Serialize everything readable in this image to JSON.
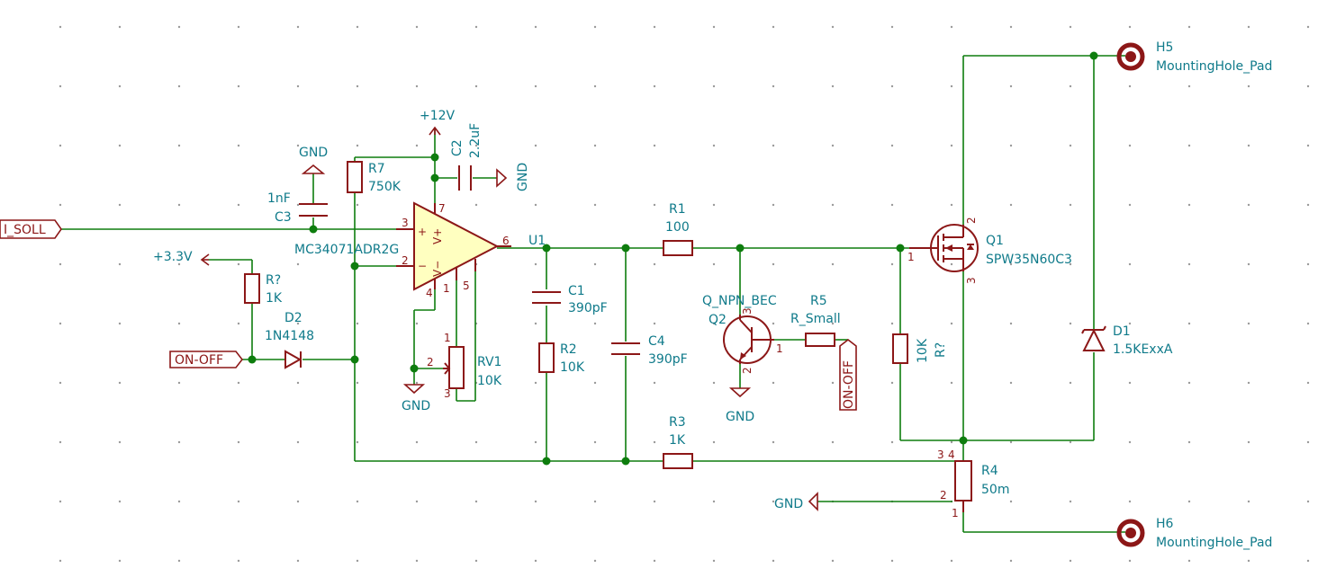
{
  "labels": {
    "vcc12": "+12V",
    "vcc33": "+3.3V",
    "gnd": "GND",
    "i_soll": "I_SOLL",
    "on_off": "ON-OFF",
    "u1_ref": "U1",
    "u1_val": "MC34071ADR2G",
    "r7_ref": "R7",
    "r7_val": "750K",
    "c2_ref": "C2",
    "c2_val": "2.2uF",
    "c3_ref": "C3",
    "c3_val": "1nF",
    "rq_ref": "R?",
    "rq_val": "1K",
    "d2_ref": "D2",
    "d2_val": "1N4148",
    "rv1_ref": "RV1",
    "rv1_val": "10K",
    "c1_ref": "C1",
    "c1_val": "390pF",
    "r2_ref": "R2",
    "r2_val": "10K",
    "c4_ref": "C4",
    "c4_val": "390pF",
    "r1_ref": "R1",
    "r1_val": "100",
    "q2_val": "Q_NPN_BEC",
    "q2_ref": "Q2",
    "r5_ref": "R5",
    "r5_val": "R_Small",
    "r3_ref": "R3",
    "r3_val": "1K",
    "r4_ref": "R4",
    "r4_val": "50m",
    "rgs_val": "10K",
    "rgs_ref": "R?",
    "q1_ref": "Q1",
    "q1_val": "SPW35N60C3",
    "d1_ref": "D1",
    "d1_val": "1.5KExxA",
    "h5_ref": "H5",
    "h5_val": "MountingHole_Pad",
    "h6_ref": "H6",
    "h6_val": "MountingHole_Pad"
  },
  "pins": {
    "u1_p3": "3",
    "u1_p2": "2",
    "u1_p7": "7",
    "u1_p4": "4",
    "u1_p6": "6",
    "u1_p1": "1",
    "u1_p5": "5",
    "u1_plus": "+",
    "u1_minus": "−",
    "u1_vp": "V+",
    "u1_vm": "V−",
    "rv1_p1": "1",
    "rv1_p2": "2",
    "rv1_p3": "3",
    "q2_p1": "1",
    "q2_p2": "2",
    "q2_p3": "3",
    "q1_p1": "1",
    "q1_p2": "2",
    "q1_p3": "3",
    "r4_p1": "1",
    "r4_p2": "2",
    "r4_p3": "3",
    "r4_p4": "4"
  }
}
